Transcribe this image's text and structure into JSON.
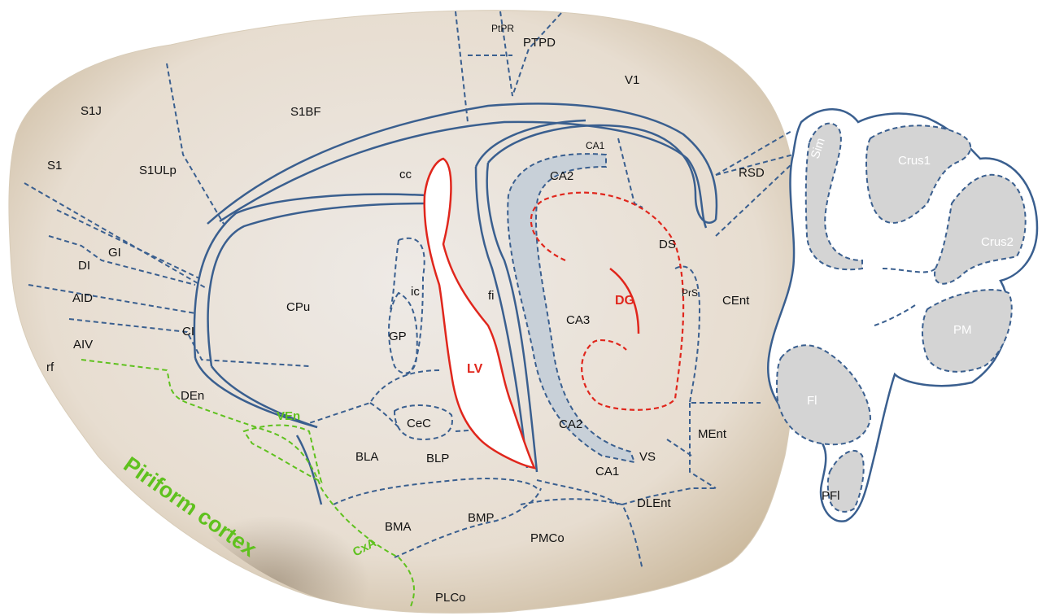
{
  "colors": {
    "tissue": "#ece4d9",
    "outline": "#3a5f8f",
    "ventricle_outline": "#e0261c",
    "piriform": "#5fc11e",
    "cerebellum_fill": "#d4d4d4",
    "hippo_band": "#c8d0d8"
  },
  "brain_labels": {
    "PtPR": "PtPR",
    "PTPD": "PTPD",
    "V1": "V1",
    "S1BF": "S1BF",
    "S1J": "S1J",
    "S1": "S1",
    "S1ULp": "S1ULp",
    "cc": "cc",
    "CA1_top": "CA1",
    "CA2_top": "CA2",
    "RSD": "RSD",
    "GI": "GI",
    "DI": "DI",
    "AID": "AID",
    "AIV": "AIV",
    "rf": "rf",
    "CI": "CI",
    "DEn": "DEn",
    "CPu": "CPu",
    "ic": "ic",
    "GP": "GP",
    "fi": "fi",
    "CA3": "CA3",
    "DS": "DS",
    "PrS": "PrS",
    "CEnt": "CEnt",
    "CeC": "CeC",
    "CA2_bottom": "CA2",
    "MEnt": "MEnt",
    "BLA": "BLA",
    "BLP": "BLP",
    "VS": "VS",
    "CA1_bottom": "CA1",
    "DLEnt": "DLEnt",
    "BMA": "BMA",
    "BMP": "BMP",
    "PMCo": "PMCo",
    "PLCo": "PLCo"
  },
  "red_labels": {
    "LV": "LV",
    "DG": "DG"
  },
  "green_labels": {
    "VEn": "VEn",
    "CxA": "CxA",
    "piriform": "Piriform cortex"
  },
  "cerebellum_labels": {
    "Sim": "Sim",
    "Crus1": "Crus1",
    "Crus2": "Crus2",
    "PM": "PM",
    "Fl": "Fl",
    "PFl": "PFl"
  }
}
